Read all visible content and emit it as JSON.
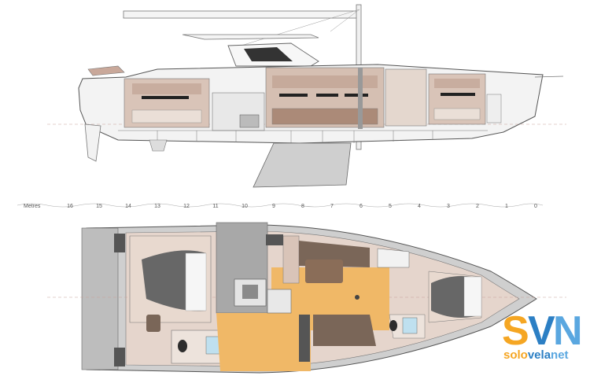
{
  "scale": {
    "unit_label": "Metres",
    "ticks": [
      "16",
      "15",
      "14",
      "13",
      "12",
      "11",
      "10",
      "9",
      "8",
      "7",
      "6",
      "5",
      "4",
      "3",
      "2",
      "1",
      "0"
    ]
  },
  "watermark": {
    "letters": [
      "S",
      "V",
      "N"
    ],
    "word_parts": [
      "solo",
      "vela",
      "net"
    ],
    "colors": {
      "s": "#f5a623",
      "v": "#2c7fc4",
      "n": "#5aa7e0",
      "solo": "#f5a623",
      "vela": "#2c7fc4",
      "net": "#5aa7e0"
    }
  }
}
